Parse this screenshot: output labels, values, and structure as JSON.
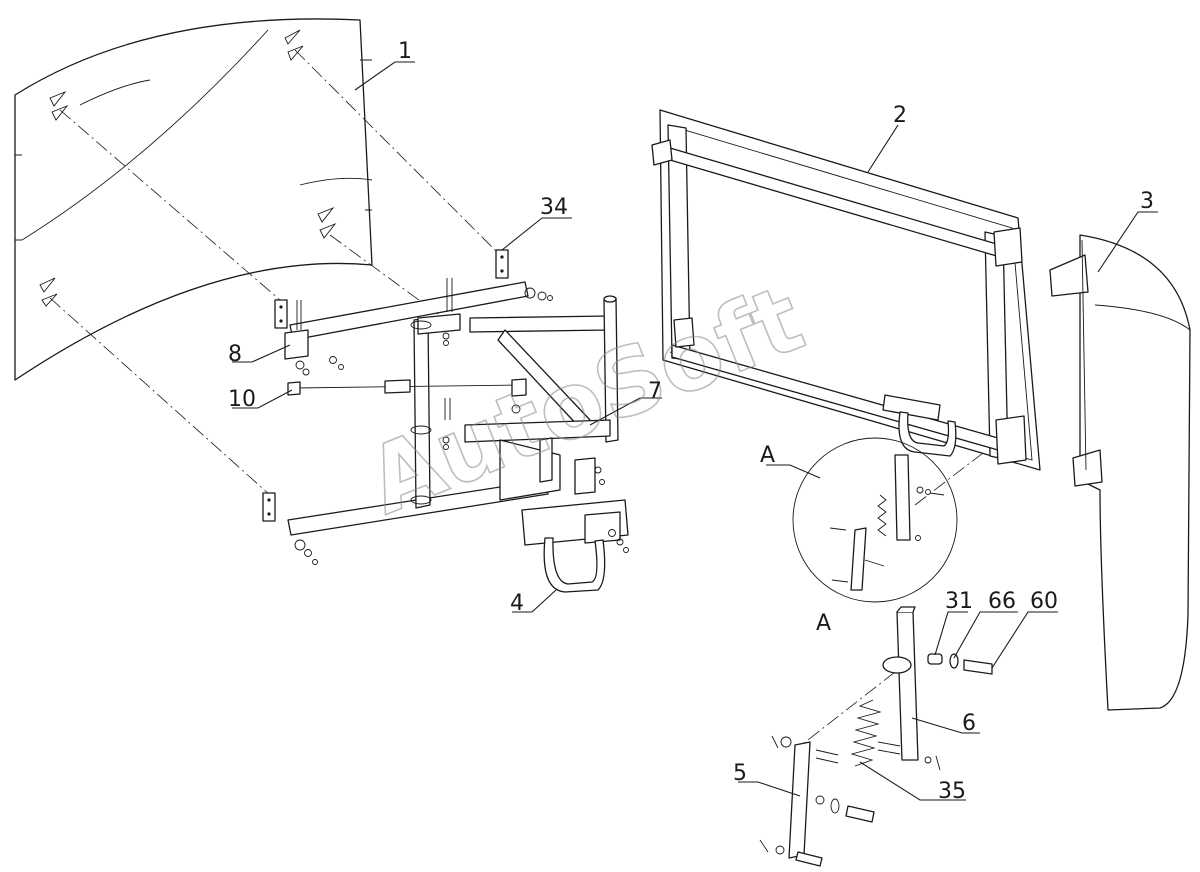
{
  "diagram": {
    "callouts": {
      "c1": "1",
      "c2": "2",
      "c3": "3",
      "c4": "4",
      "c5": "5",
      "c6": "6",
      "c7": "7",
      "c8": "8",
      "c10": "10",
      "c31": "31",
      "c34": "34",
      "c35": "35",
      "c60": "60",
      "c66": "66"
    },
    "detail_view_label": "A",
    "detail_section_label": "A",
    "watermark": "AutoSoft"
  }
}
